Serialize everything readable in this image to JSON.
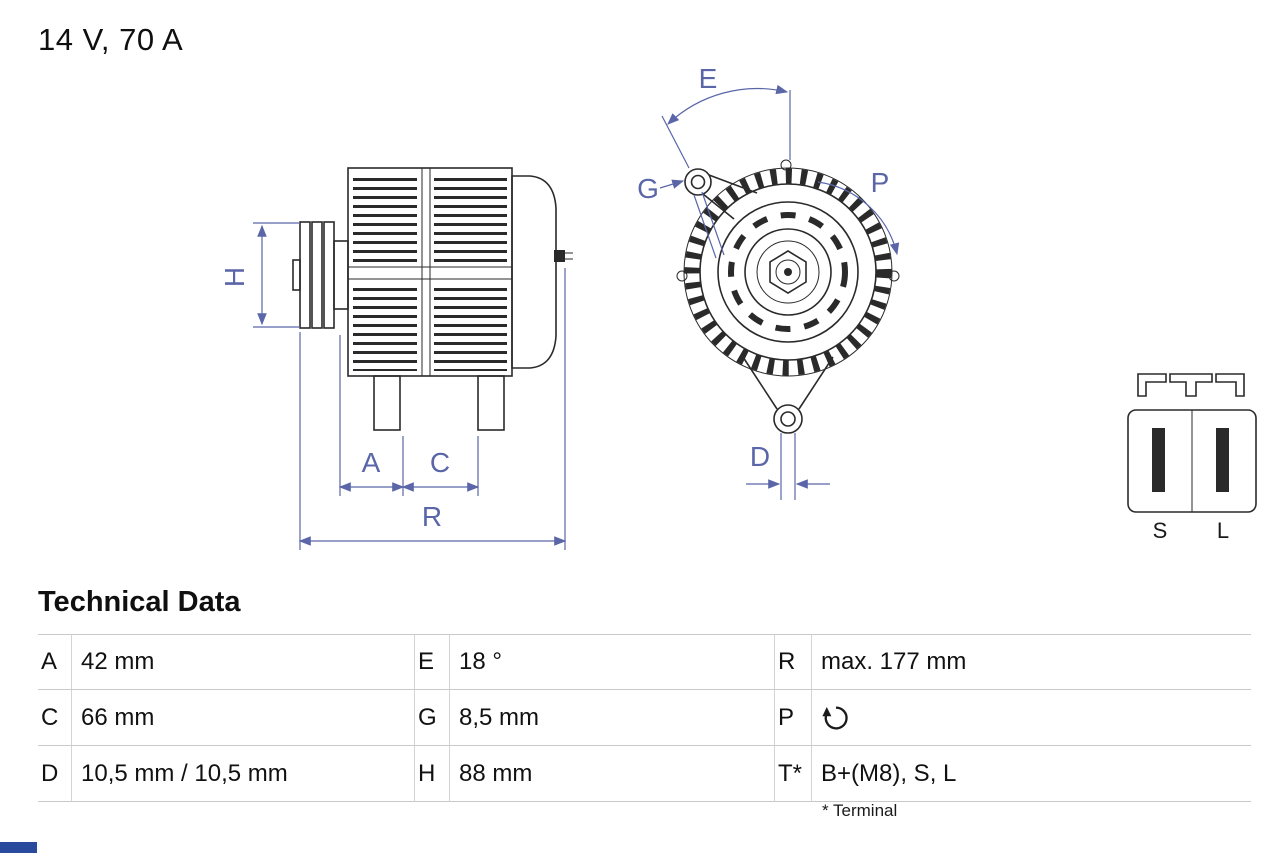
{
  "header": {
    "rating": "14 V, 70 A"
  },
  "diagram": {
    "dimension_labels": {
      "H": "H",
      "A": "A",
      "C": "C",
      "R": "R",
      "E": "E",
      "G": "G",
      "P": "P",
      "D": "D"
    },
    "connector_pins": {
      "s": "S",
      "l": "L"
    },
    "colors": {
      "dimension_blue": "#5a66a8",
      "line_dark": "#2a2a2a",
      "brand_blue": "#2a4a9d"
    }
  },
  "technical_data": {
    "title": "Technical Data",
    "rows": [
      {
        "cells": [
          {
            "key": "A",
            "value": "42 mm"
          },
          {
            "key": "E",
            "value": "18 °"
          },
          {
            "key": "R",
            "value": "max. 177 mm"
          }
        ]
      },
      {
        "cells": [
          {
            "key": "C",
            "value": "66 mm"
          },
          {
            "key": "G",
            "value": "8,5 mm"
          },
          {
            "key": "P",
            "value": "",
            "icon": "rotation-direction-icon"
          }
        ]
      },
      {
        "cells": [
          {
            "key": "D",
            "value": "10,5 mm / 10,5 mm"
          },
          {
            "key": "H",
            "value": "88 mm"
          },
          {
            "key": "T*",
            "value": "B+(M8), S, L"
          }
        ]
      }
    ],
    "footnote": "* Terminal"
  }
}
